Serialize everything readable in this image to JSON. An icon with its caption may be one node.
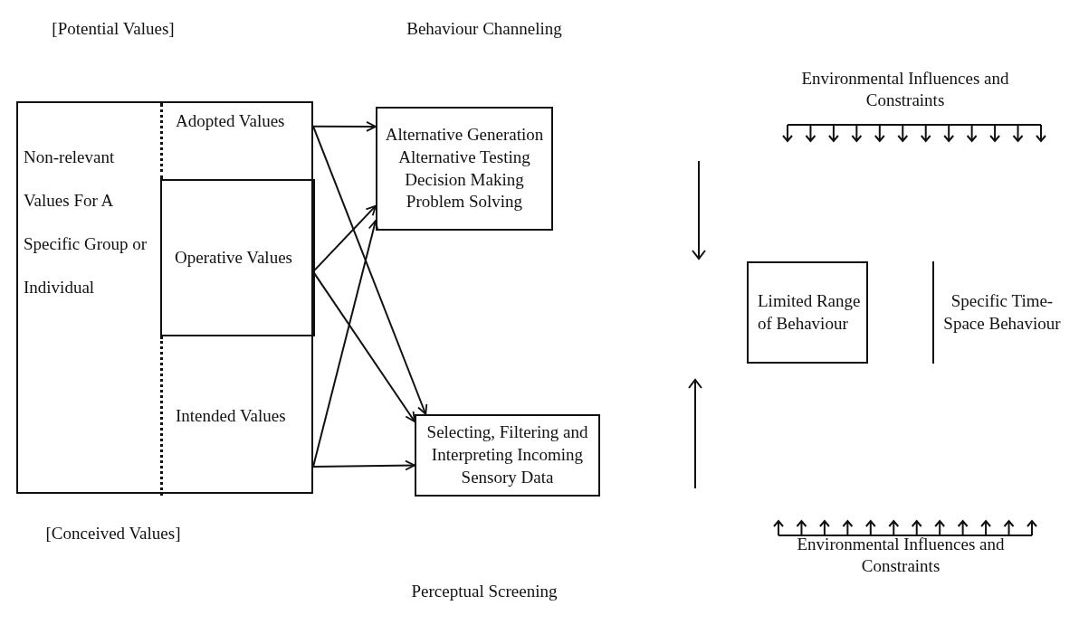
{
  "diagram": {
    "nodes": [
      {
        "text": [
          "Non-relevant Values For A Specific Group or Individual"
        ]
      },
      {
        "text": [
          "Adopted Values"
        ],
        "in": 0
      },
      {
        "text": [
          "Operative Values"
        ],
        "in": 0
      },
      {
        "text": [
          "Intended Values"
        ],
        "in": 0
      },
      {
        "text": [
          "Alternative Generation",
          "Alternative Testing",
          "Decision Making",
          "Problem Solving"
        ]
      },
      {
        "text": [
          "Selecting, Filtering and Interpreting Incoming Sensory Data"
        ]
      },
      {
        "text": [
          "Limited Range of Behaviour"
        ]
      },
      {
        "text": [
          "Specific Time-Space Behaviour"
        ]
      }
    ],
    "edges": [
      {
        "from": 1,
        "to": 4,
        "arrow": "to"
      },
      {
        "from": 1,
        "to": 5,
        "arrow": "to"
      },
      {
        "from": 2,
        "to": 4,
        "arrow": "to"
      },
      {
        "from": 2,
        "to": 5,
        "arrow": "to"
      },
      {
        "from": 3,
        "to": 4,
        "arrow": "to"
      },
      {
        "from": 3,
        "to": 5,
        "arrow": "to"
      }
    ],
    "labels": [
      "[Potential Values]",
      "Behaviour Channeling",
      "Environmental Influences and Constraints",
      "[Conceived Values]",
      "Environmental Influences and Constraints",
      "Perceptual Screening"
    ]
  }
}
